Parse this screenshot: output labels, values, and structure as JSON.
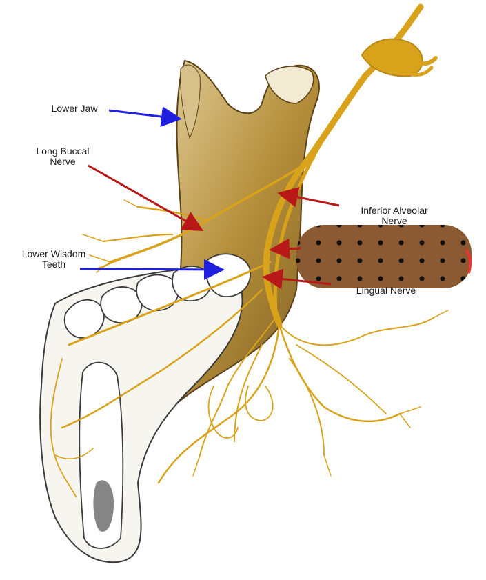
{
  "labels": {
    "lower_jaw": "Lower Jaw",
    "long_buccal_line1": "Long Buccal",
    "long_buccal_line2": "Nerve",
    "wisdom_line1": "Lower Wisdom",
    "wisdom_line2": "Teeth",
    "ian_line1": "Inferior Alveolar",
    "ian_line2": "Nerve",
    "lingual": "Lingual Nerve"
  },
  "colors": {
    "bone": "#b58f3a",
    "bone_light": "#e8d9a6",
    "nerve": "#d9a21b",
    "blue_arrow": "#1f1fe0",
    "red_arrow": "#b81818",
    "patch": "#8b5a32",
    "patch_dots": "#111111"
  }
}
